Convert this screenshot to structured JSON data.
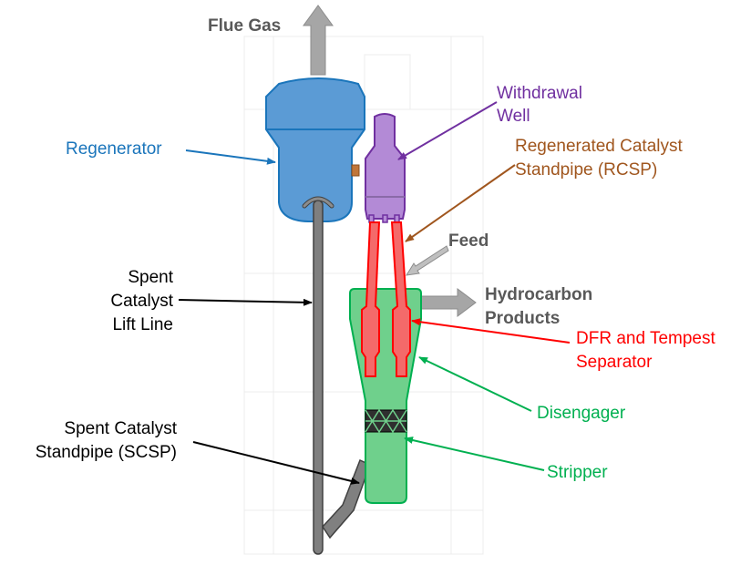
{
  "labels": {
    "flue_gas": "Flue Gas",
    "regenerator": "Regenerator",
    "withdrawal_well_1": "Withdrawal",
    "withdrawal_well_2": "Well",
    "rcsp_1": "Regenerated Catalyst",
    "rcsp_2": "Standpipe (RCSP)",
    "feed": "Feed",
    "hydrocarbon_1": "Hydrocarbon",
    "hydrocarbon_2": "Products",
    "lift_line_1": "Spent",
    "lift_line_2": "Catalyst",
    "lift_line_3": "Lift Line",
    "dfr_1": "DFR and Tempest",
    "dfr_2": "Separator",
    "disengager": "Disengager",
    "scsp_1": "Spent Catalyst",
    "scsp_2": "Standpipe (SCSP)",
    "stripper": "Stripper"
  },
  "colors": {
    "regenerator": "#1a75bb",
    "regenerator_fill": "#5b9bd5",
    "withdrawal": "#7030a0",
    "withdrawal_fill": "#b38ad6",
    "rcsp": "#a0561e",
    "dfr": "#ff0000",
    "dfr_fill": "#f46a6a",
    "disengager": "#00b050",
    "disengager_fill": "#6fd08c",
    "dark_text": "#595959",
    "pipe": "#707070"
  }
}
